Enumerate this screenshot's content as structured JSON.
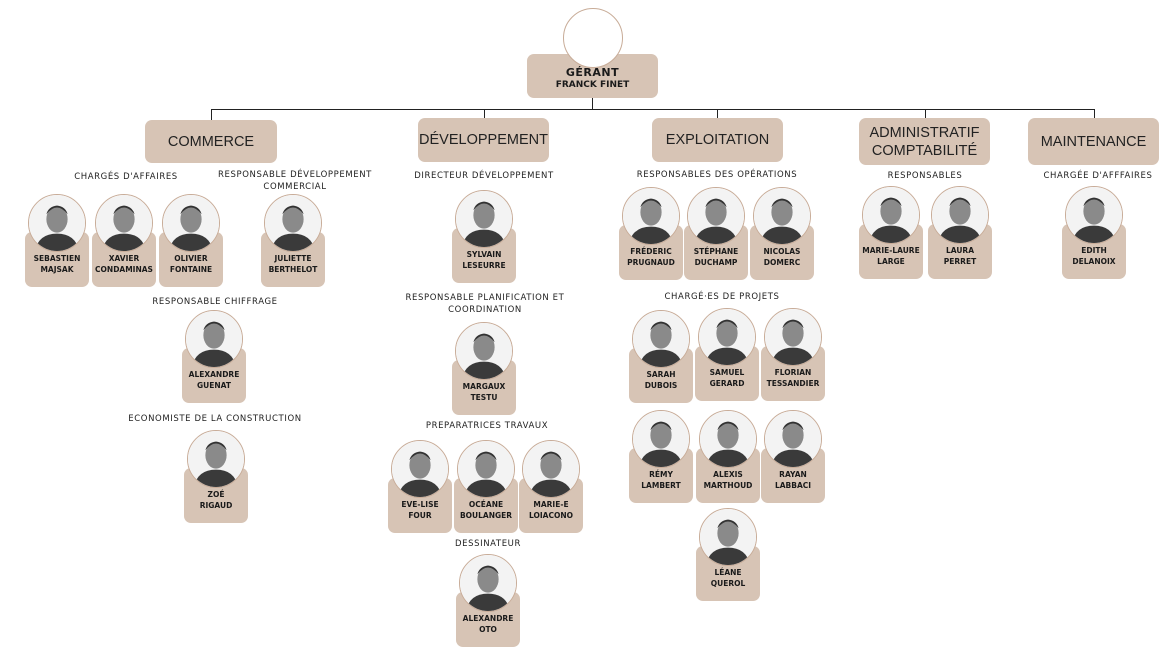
{
  "head": {
    "role": "GÉRANT",
    "name": "FRANCK FINET"
  },
  "departments": [
    {
      "key": "commerce",
      "label": "COMMERCE"
    },
    {
      "key": "dev",
      "label": "DÉVELOPPEMENT"
    },
    {
      "key": "exploit",
      "label": "EXPLOITATION"
    },
    {
      "key": "admin",
      "label": "ADMINISTRATIF COMPTABILITÉ"
    },
    {
      "key": "maint",
      "label": "MAINTENANCE"
    }
  ],
  "sections": [
    {
      "key": "charges-affaires",
      "label": "CHARGÉS D'AFFAIRES"
    },
    {
      "key": "resp-dev-commercial",
      "label": "RESPONSABLE DÉVELOPPEMENT COMMERCIAL"
    },
    {
      "key": "resp-chiffrage",
      "label": "RESPONSABLE CHIFFRAGE"
    },
    {
      "key": "economiste",
      "label": "ECONOMISTE DE LA CONSTRUCTION"
    },
    {
      "key": "directeur-dev",
      "label": "DIRECTEUR DÉVELOPPEMENT"
    },
    {
      "key": "resp-planif",
      "label": "RESPONSABLE PLANIFICATION ET COORDINATION"
    },
    {
      "key": "preparatrices",
      "label": "PREPARATRICES TRAVAUX"
    },
    {
      "key": "dessinateur",
      "label": "DESSINATEUR"
    },
    {
      "key": "resp-operations",
      "label": "RESPONSABLES  DES OPÉRATIONS"
    },
    {
      "key": "charges-projets",
      "label": "CHARGÉ·ES DE PROJETS"
    },
    {
      "key": "responsables",
      "label": "RESPONSABLES"
    },
    {
      "key": "chargee-affaires",
      "label": "CHARGÉE D'AFFFAIRES"
    }
  ],
  "people": [
    {
      "first": "SEBASTIEN",
      "last": "MAJSAK"
    },
    {
      "first": "XAVIER",
      "last": "CONDAMINAS"
    },
    {
      "first": "OLIVIER",
      "last": "FONTAINE"
    },
    {
      "first": "JULIETTE",
      "last": "BERTHELOT"
    },
    {
      "first": "ALEXANDRE",
      "last": "GUENAT"
    },
    {
      "first": "ZOÉ",
      "last": "RIGAUD"
    },
    {
      "first": "SYLVAIN",
      "last": "LESEURRE"
    },
    {
      "first": "MARGAUX",
      "last": "TESTU"
    },
    {
      "first": "EVE-LISE",
      "last": "FOUR"
    },
    {
      "first": "OCÉANE",
      "last": "BOULANGER"
    },
    {
      "first": "MARIE-E",
      "last": "LOIACONO"
    },
    {
      "first": "ALEXANDRE",
      "last": "OTO"
    },
    {
      "first": "FRÉDERIC",
      "last": "PRUGNAUD"
    },
    {
      "first": "STÉPHANE",
      "last": "DUCHAMP"
    },
    {
      "first": "NICOLAS",
      "last": "DOMERC"
    },
    {
      "first": "SARAH",
      "last": "DUBOIS"
    },
    {
      "first": "SAMUEL",
      "last": "GERARD"
    },
    {
      "first": "FLORIAN",
      "last": "TESSANDIER"
    },
    {
      "first": "RÉMY",
      "last": "LAMBERT"
    },
    {
      "first": "ALEXIS",
      "last": "MARTHOUD"
    },
    {
      "first": "RAYAN",
      "last": "LABBACI"
    },
    {
      "first": "LÉANE",
      "last": "QUEROL"
    },
    {
      "first": "MARIE-LAURE",
      "last": "LARGE"
    },
    {
      "first": "LAURA",
      "last": "PERRET"
    },
    {
      "first": "EDITH",
      "last": "DELANOIX"
    }
  ],
  "colors": {
    "card": "#d7c4b5",
    "line": "#222222"
  }
}
